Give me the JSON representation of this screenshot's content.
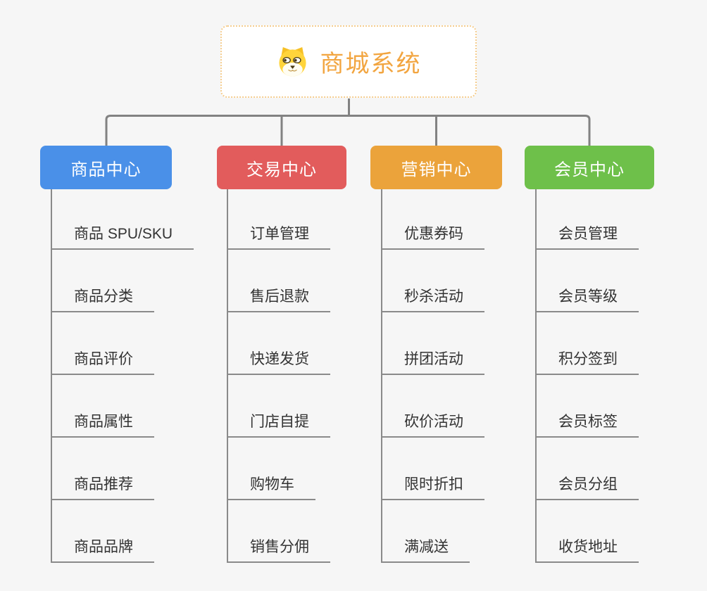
{
  "root": {
    "title": "商城系统",
    "icon": "dog-face-icon",
    "accent_color": "#F2A540"
  },
  "branches": [
    {
      "label": "商品中心",
      "color": "#4A90E8",
      "items": [
        "商品 SPU/SKU",
        "商品分类",
        "商品评价",
        "商品属性",
        "商品推荐",
        "商品品牌"
      ]
    },
    {
      "label": "交易中心",
      "color": "#E25C5C",
      "items": [
        "订单管理",
        "售后退款",
        "快递发货",
        "门店自提",
        "购物车",
        "销售分佣"
      ]
    },
    {
      "label": "营销中心",
      "color": "#EBA33B",
      "items": [
        "优惠券码",
        "秒杀活动",
        "拼团活动",
        "砍价活动",
        "限时折扣",
        "满减送"
      ]
    },
    {
      "label": "会员中心",
      "color": "#6EC04A",
      "items": [
        "会员管理",
        "会员等级",
        "积分签到",
        "会员标签",
        "会员分组",
        "收货地址"
      ]
    }
  ],
  "colors": {
    "background": "#F6F6F6",
    "connector_line": "#828282",
    "leaf_line": "#8A8A8A",
    "leaf_text": "#333333",
    "root_border": "#F5CD8E",
    "root_accent": "#F2A540"
  }
}
